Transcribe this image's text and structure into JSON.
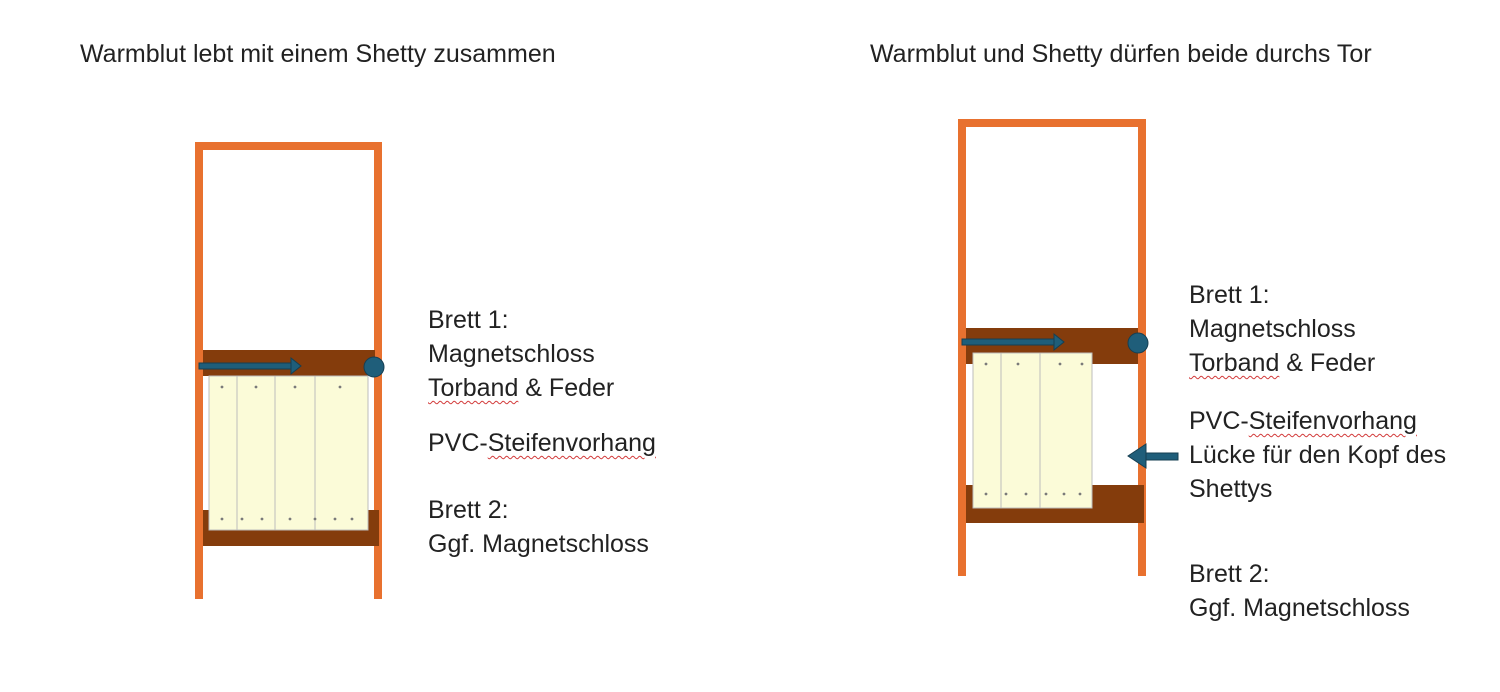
{
  "colors": {
    "frame": "#e8712f",
    "board": "#843c0c",
    "curtain": "#fbfbd8",
    "curtain_line": "#bdbdbd",
    "lock": "#1f5e7a",
    "arrow": "#1f5e7a"
  },
  "left": {
    "title": "Warmblut lebt mit einem Shetty zusammen",
    "labels": {
      "board1_heading": "Brett 1:",
      "board1_lock": "Magnetschloss",
      "board1_hinge_word": "Torband",
      "board1_hinge_rest": " & Feder",
      "pvc_prefix": "PVC-",
      "pvc_word": "Steifenvorhang",
      "board2_heading": "Brett 2:",
      "board2_lock": "Ggf. Magnetschloss"
    }
  },
  "right": {
    "title": "Warmblut und Shetty dürfen beide durchs Tor",
    "labels": {
      "board1_heading": "Brett 1:",
      "board1_lock": "Magnetschloss",
      "board1_hinge_word": "Torband",
      "board1_hinge_rest": " & Feder",
      "pvc_prefix": "PVC-",
      "pvc_word": "Steifenvorhang",
      "gap_line1": "Lücke für den Kopf des",
      "gap_line2": "Shettys",
      "board2_heading": "Brett 2:",
      "board2_lock": "Ggf. Magnetschloss"
    }
  }
}
